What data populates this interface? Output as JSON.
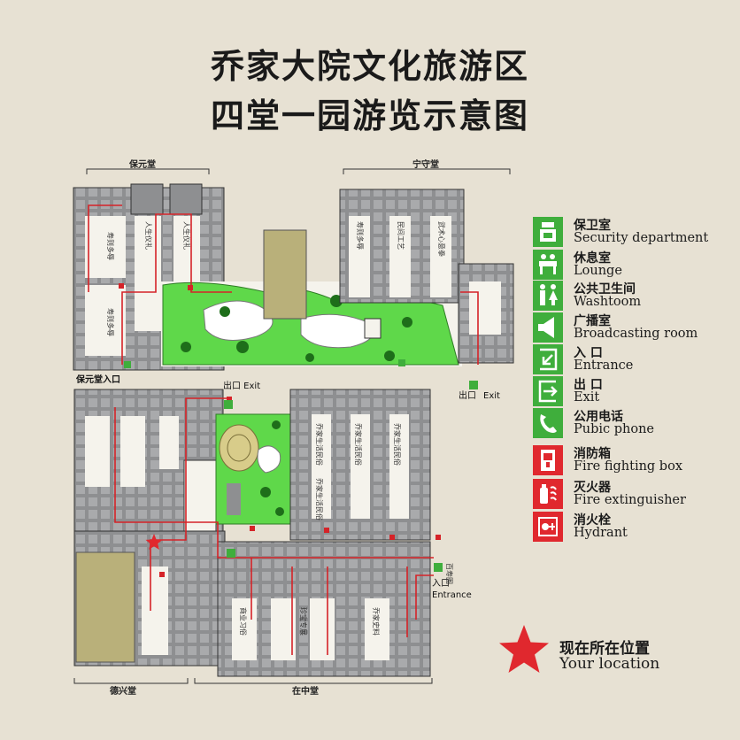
{
  "title": {
    "line1": "乔家大院文化旅游区",
    "line2": "四堂一园游览示意图"
  },
  "halls": {
    "baoyuan": "保元堂",
    "ningshou": "宁守堂",
    "dexing": "德兴堂",
    "zaizhong": "在中堂"
  },
  "map_labels": {
    "baoyuan_entrance": "保元堂入口",
    "exit_center": "出口 Exit",
    "exit_east_cn": "出口",
    "exit_east_en": "Exit",
    "entrance_east_cn": "入口",
    "entrance_east_en": "Entrance",
    "east_gate": "百寿图"
  },
  "room_labels": {
    "r1": "寿则多辱",
    "r2": "人生仪礼",
    "r3": "人生仪礼",
    "r4": "寿则多辱",
    "r5": "寿则多辱",
    "r6": "民间工艺",
    "r7": "武术心意拳",
    "r8": "乔家生活民俗",
    "r9": "乔家生活民俗",
    "r10": "乔家生活民俗",
    "r11": "乔家生活民俗",
    "r12": "商业习俗",
    "r13": "珍宝专展",
    "r14": "乔家史料"
  },
  "legend": [
    {
      "icon": "security-icon",
      "cn": "保卫室",
      "en": "Security department",
      "color": "#3fae3c"
    },
    {
      "icon": "lounge-icon",
      "cn": "休息室",
      "en": "Lounge",
      "color": "#3fae3c"
    },
    {
      "icon": "washroom-icon",
      "cn": "公共卫生间",
      "en": "Washtoom",
      "color": "#3fae3c"
    },
    {
      "icon": "broadcast-icon",
      "cn": "广播室",
      "en": "Broadcasting room",
      "color": "#3fae3c"
    },
    {
      "icon": "entrance-icon",
      "cn": "入 口",
      "en": "Entrance",
      "color": "#3fae3c"
    },
    {
      "icon": "exit-icon",
      "cn": "出 口",
      "en": "Exit",
      "color": "#3fae3c"
    },
    {
      "icon": "phone-icon",
      "cn": "公用电话",
      "en": "Pubic phone",
      "color": "#3fae3c"
    },
    {
      "icon": "fire-box-icon",
      "cn": "消防箱",
      "en": "Fire fighting box",
      "color": "#e0282e"
    },
    {
      "icon": "extinguisher-icon",
      "cn": "灭火器",
      "en": "Fire extinguisher",
      "color": "#e0282e"
    },
    {
      "icon": "hydrant-icon",
      "cn": "消火栓",
      "en": "Hydrant",
      "color": "#e0282e"
    }
  ],
  "you_are_here": {
    "cn": "现在所在位置",
    "en": "Your location",
    "color": "#e0282e"
  },
  "colors": {
    "background": "#e7e1d3",
    "building": "#8e8f91",
    "courtyard": "#f5f3ec",
    "garden": "#5fd84a",
    "route": "#d52328",
    "plaza": "#b9b07a"
  }
}
